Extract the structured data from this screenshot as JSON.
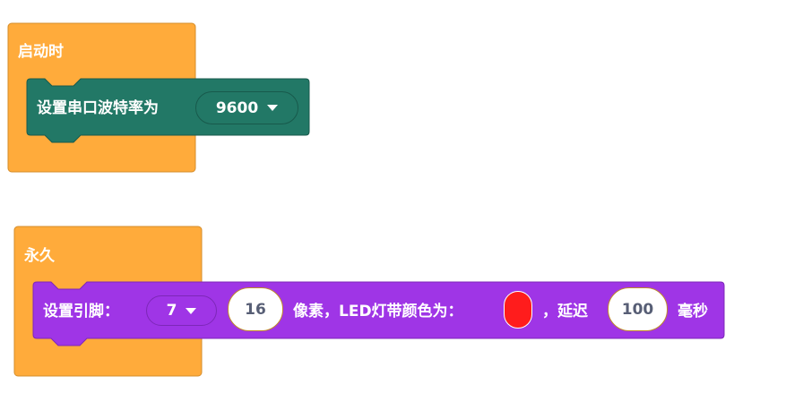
{
  "setup_block": {
    "label": "启动时",
    "serial": {
      "label": "设置串口波特率为",
      "baud": "9600"
    }
  },
  "loop_block": {
    "label": "永久",
    "strip": {
      "label_pin": "设置引脚：",
      "pin": "7",
      "pixels": "16",
      "label_color": "像素，LED灯带颜色为：",
      "color": "#ff1c1c",
      "label_delay": "，延迟",
      "delay": "100",
      "label_unit": "毫秒"
    }
  },
  "colors": {
    "hat": "#ffab3b",
    "serial": "#227866",
    "neopixel": "#9f35e6"
  }
}
